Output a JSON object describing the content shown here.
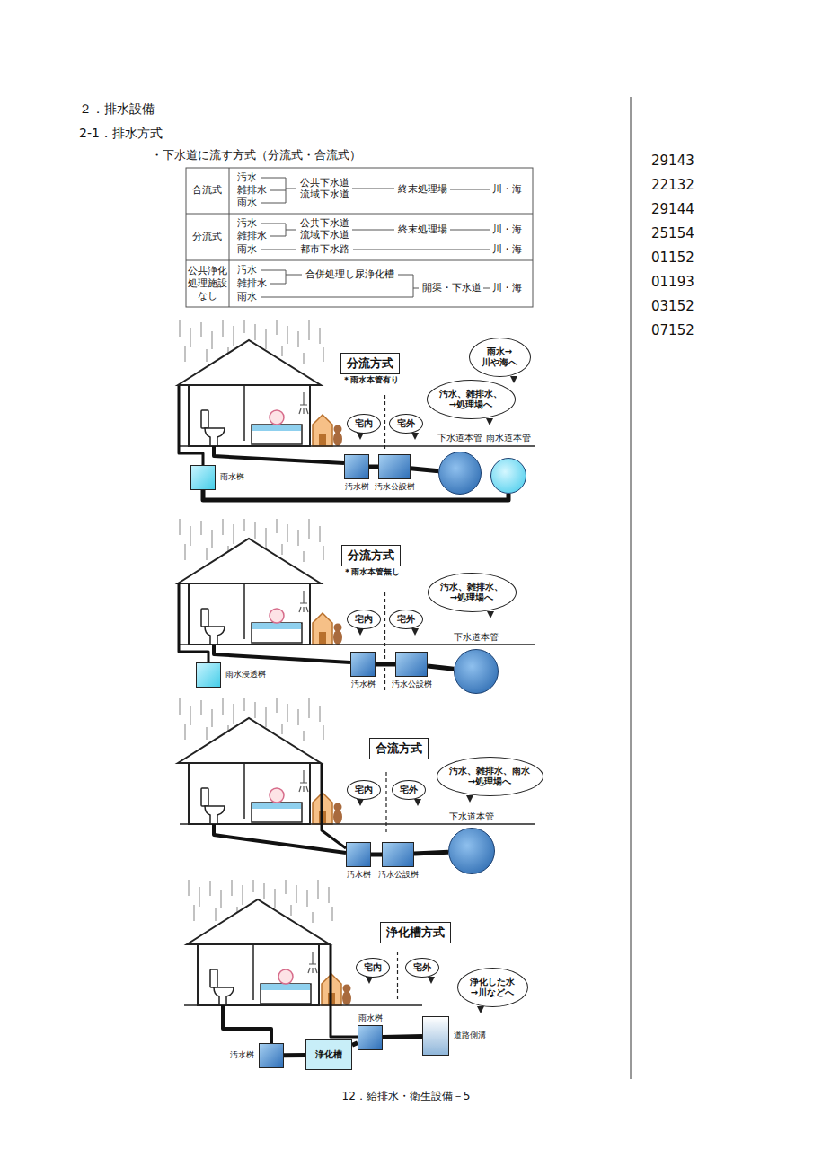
{
  "diagram": {
    "nodes": [
      {
        "text": [
          "分流方式",
          "＊雨水本管有り"
        ]
      },
      {
        "text": [
          "雨水→ 川や海へ"
        ]
      },
      {
        "text": [
          "汚水、雑排水、 →処理場へ"
        ]
      },
      {
        "text": [
          "宅内"
        ]
      },
      {
        "text": [
          "宅外"
        ]
      },
      {
        "text": [
          "下水道本管"
        ]
      },
      {
        "text": [
          "雨水道本管"
        ]
      },
      {
        "text": [
          "雨水桝"
        ]
      },
      {
        "text": [
          "汚水桝"
        ]
      },
      {
        "text": [
          "汚水公設桝"
        ]
      },
      {
        "text": [
          "分流方式",
          "＊雨水本管無し"
        ]
      },
      {
        "text": [
          "汚水、雑排水、 →処理場へ"
        ]
      },
      {
        "text": [
          "宅内"
        ]
      },
      {
        "text": [
          "宅外"
        ]
      },
      {
        "text": [
          "下水道本管"
        ]
      },
      {
        "text": [
          "雨水浸透桝"
        ]
      },
      {
        "text": [
          "汚水桝"
        ]
      },
      {
        "text": [
          "汚水公設桝"
        ]
      },
      {
        "text": [
          "合流方式"
        ]
      },
      {
        "text": [
          "宅内"
        ]
      },
      {
        "text": [
          "宅外"
        ]
      },
      {
        "text": [
          "汚水、雑排水、雨水 →処理場へ"
        ]
      },
      {
        "text": [
          "下水道本管"
        ]
      },
      {
        "text": [
          "汚水桝"
        ]
      },
      {
        "text": [
          "汚水公設桝"
        ]
      },
      {
        "text": [
          "浄化槽方式"
        ]
      },
      {
        "text": [
          "宅内"
        ]
      },
      {
        "text": [
          "宅外"
        ]
      },
      {
        "text": [
          "浄化した水 →川などへ"
        ]
      },
      {
        "text": [
          "雨水桝"
        ]
      },
      {
        "text": [
          "道路側溝"
        ]
      },
      {
        "text": [
          "汚水桝"
        ]
      },
      {
        "text": [
          "浄化槽"
        ]
      }
    ],
    "edges": [
      {
        "from": 8,
        "to": 9,
        "arrow": "none"
      },
      {
        "from": 9,
        "to": 5,
        "arrow": "none"
      },
      {
        "from": 7,
        "to": 6,
        "arrow": "none"
      },
      {
        "from": 16,
        "to": 17,
        "arrow": "none"
      },
      {
        "from": 17,
        "to": 14,
        "arrow": "none"
      },
      {
        "from": 23,
        "to": 24,
        "arrow": "none"
      },
      {
        "from": 24,
        "to": 22,
        "arrow": "none"
      },
      {
        "from": 31,
        "to": 32,
        "arrow": "none"
      },
      {
        "from": 32,
        "to": 29,
        "arrow": "none"
      },
      {
        "from": 29,
        "to": 30,
        "arrow": "none"
      }
    ],
    "labels": [
      "２．排水設備",
      "2-1．排水方式",
      "・下水道に流す方式（分流式・合流式）",
      "合流式",
      "汚水",
      "雑排水",
      "雨水",
      "公共下水道",
      "流域下水道",
      "終末処理場",
      "川・海",
      "分流式",
      "汚水",
      "雑排水",
      "雨水",
      "公共下水道",
      "流域下水道",
      "終末処理場",
      "川・海",
      "都市下水路",
      "川・海",
      "公共浄化 処理施設 なし",
      "汚水",
      "雑排水",
      "雨水",
      "合併処理し尿浄化槽",
      "開渠・下水道",
      "川・海",
      "29143",
      "22132",
      "29144",
      "25154",
      "01152",
      "01193",
      "03152",
      "07152",
      "12．給排水・衛生設備－5"
    ]
  }
}
